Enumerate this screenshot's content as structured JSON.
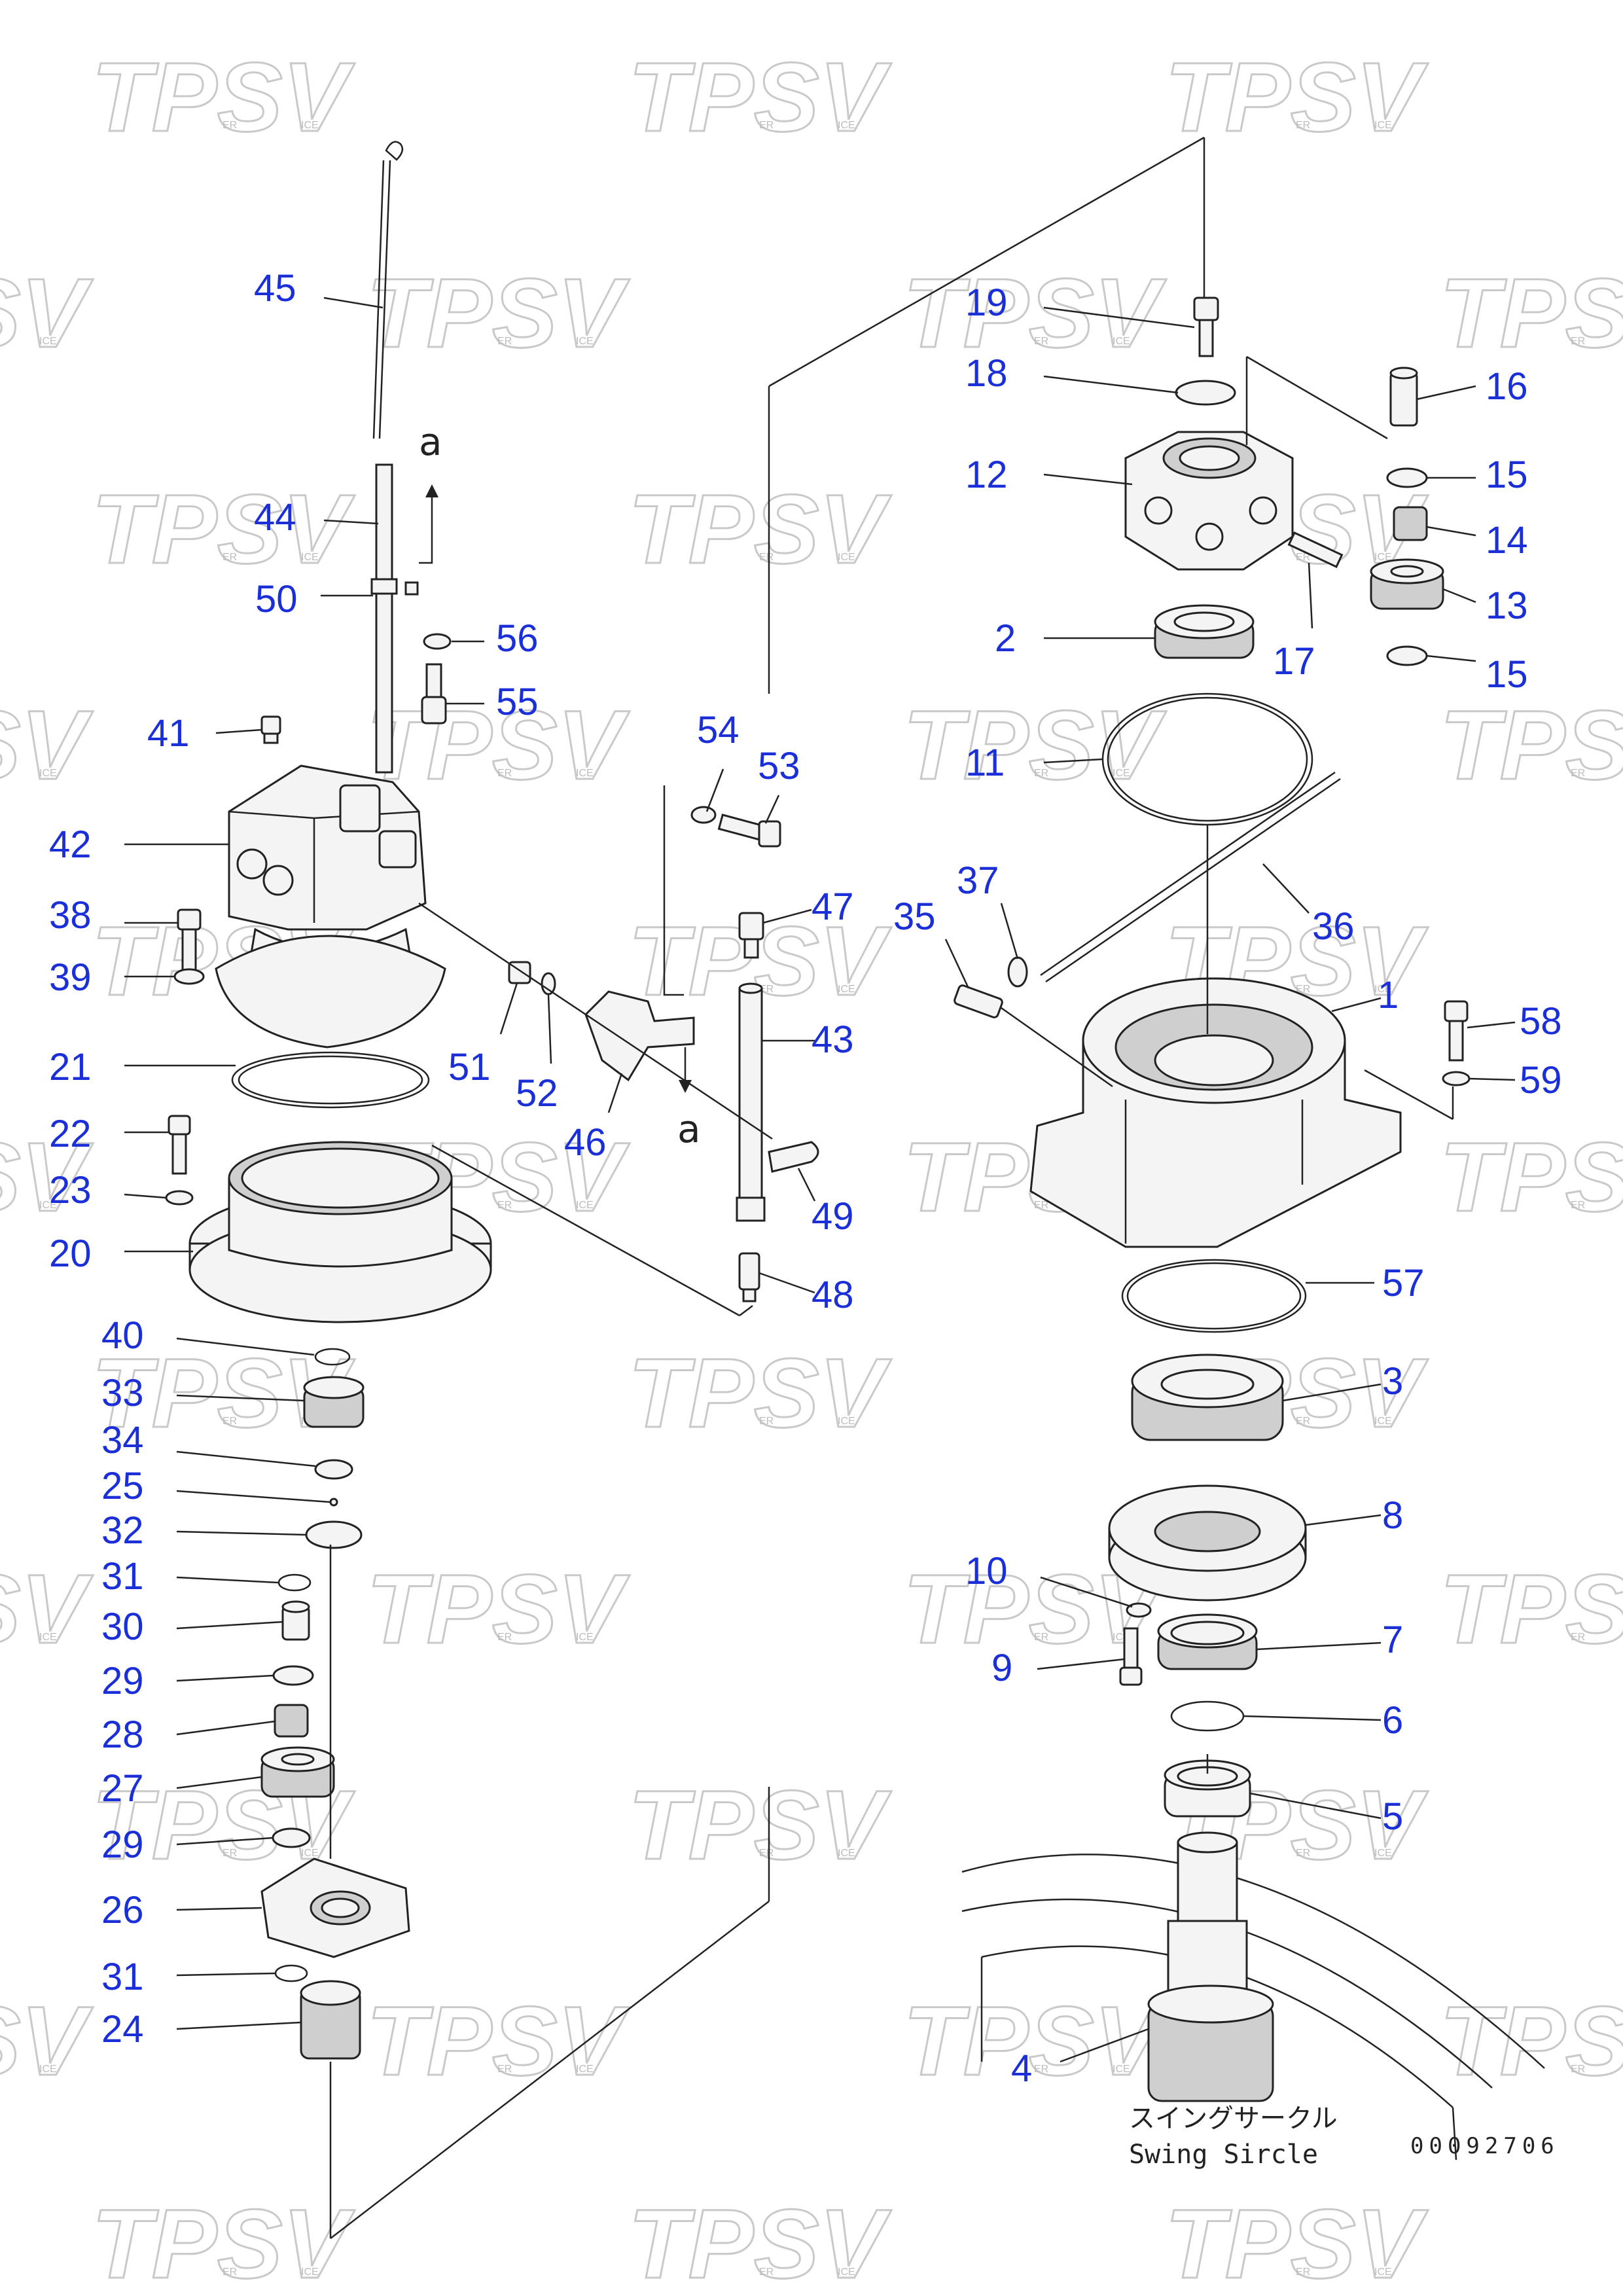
{
  "watermark": {
    "text": "TPSV",
    "suffix_left": "ER",
    "suffix_right": "ICE"
  },
  "caption": {
    "japanese": "スイングサークル",
    "english": "Swing Sircle",
    "drawing_number": "00092706"
  },
  "callouts": [
    {
      "id": "c45",
      "label": "45"
    },
    {
      "id": "c44",
      "label": "44"
    },
    {
      "id": "c50",
      "label": "50"
    },
    {
      "id": "c56",
      "label": "56"
    },
    {
      "id": "c55",
      "label": "55"
    },
    {
      "id": "c41",
      "label": "41"
    },
    {
      "id": "c42",
      "label": "42"
    },
    {
      "id": "c38",
      "label": "38"
    },
    {
      "id": "c39",
      "label": "39"
    },
    {
      "id": "c21",
      "label": "21"
    },
    {
      "id": "c22",
      "label": "22"
    },
    {
      "id": "c23",
      "label": "23"
    },
    {
      "id": "c20",
      "label": "20"
    },
    {
      "id": "c40",
      "label": "40"
    },
    {
      "id": "c33",
      "label": "33"
    },
    {
      "id": "c34",
      "label": "34"
    },
    {
      "id": "c25",
      "label": "25"
    },
    {
      "id": "c32",
      "label": "32"
    },
    {
      "id": "c31a",
      "label": "31"
    },
    {
      "id": "c30",
      "label": "30"
    },
    {
      "id": "c29a",
      "label": "29"
    },
    {
      "id": "c28",
      "label": "28"
    },
    {
      "id": "c27",
      "label": "27"
    },
    {
      "id": "c29b",
      "label": "29"
    },
    {
      "id": "c26",
      "label": "26"
    },
    {
      "id": "c31b",
      "label": "31"
    },
    {
      "id": "c24",
      "label": "24"
    },
    {
      "id": "c54",
      "label": "54"
    },
    {
      "id": "c53",
      "label": "53"
    },
    {
      "id": "c47",
      "label": "47"
    },
    {
      "id": "c43",
      "label": "43"
    },
    {
      "id": "c51",
      "label": "51"
    },
    {
      "id": "c52",
      "label": "52"
    },
    {
      "id": "c46",
      "label": "46"
    },
    {
      "id": "c49",
      "label": "49"
    },
    {
      "id": "c48",
      "label": "48"
    },
    {
      "id": "c19",
      "label": "19"
    },
    {
      "id": "c18",
      "label": "18"
    },
    {
      "id": "c16",
      "label": "16"
    },
    {
      "id": "c12",
      "label": "12"
    },
    {
      "id": "c15a",
      "label": "15"
    },
    {
      "id": "c14",
      "label": "14"
    },
    {
      "id": "c13",
      "label": "13"
    },
    {
      "id": "c2",
      "label": "2"
    },
    {
      "id": "c17",
      "label": "17"
    },
    {
      "id": "c15b",
      "label": "15"
    },
    {
      "id": "c11",
      "label": "11"
    },
    {
      "id": "c37",
      "label": "37"
    },
    {
      "id": "c35",
      "label": "35"
    },
    {
      "id": "c36",
      "label": "36"
    },
    {
      "id": "c1",
      "label": "1"
    },
    {
      "id": "c58",
      "label": "58"
    },
    {
      "id": "c59",
      "label": "59"
    },
    {
      "id": "c57",
      "label": "57"
    },
    {
      "id": "c3",
      "label": "3"
    },
    {
      "id": "c8",
      "label": "8"
    },
    {
      "id": "c10",
      "label": "10"
    },
    {
      "id": "c7",
      "label": "7"
    },
    {
      "id": "c9",
      "label": "9"
    },
    {
      "id": "c6",
      "label": "6"
    },
    {
      "id": "c5",
      "label": "5"
    },
    {
      "id": "c4",
      "label": "4"
    }
  ],
  "reference_marks": [
    {
      "id": "ref-a-top",
      "label": "a"
    },
    {
      "id": "ref-a-bottom",
      "label": "a"
    }
  ]
}
